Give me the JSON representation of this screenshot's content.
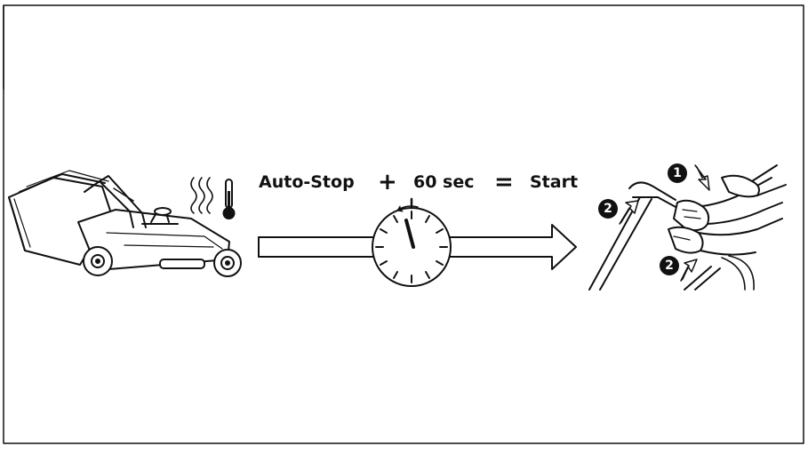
{
  "diagram": {
    "labels": {
      "auto_stop": "Auto-Stop",
      "plus": "+",
      "time": "60 sec",
      "equals": "=",
      "start": "Start"
    },
    "steps": {
      "step_1": "1",
      "step_2": "2"
    },
    "icons": {
      "mower": "lawn-mower-icon",
      "heat": "heat-waves-icon",
      "thermometer": "thermometer-icon",
      "stopwatch": "stopwatch-icon",
      "arrow": "right-arrow-icon",
      "hands": "hands-on-handle-icon"
    },
    "colors": {
      "line": "#111111",
      "background": "#ffffff"
    }
  }
}
